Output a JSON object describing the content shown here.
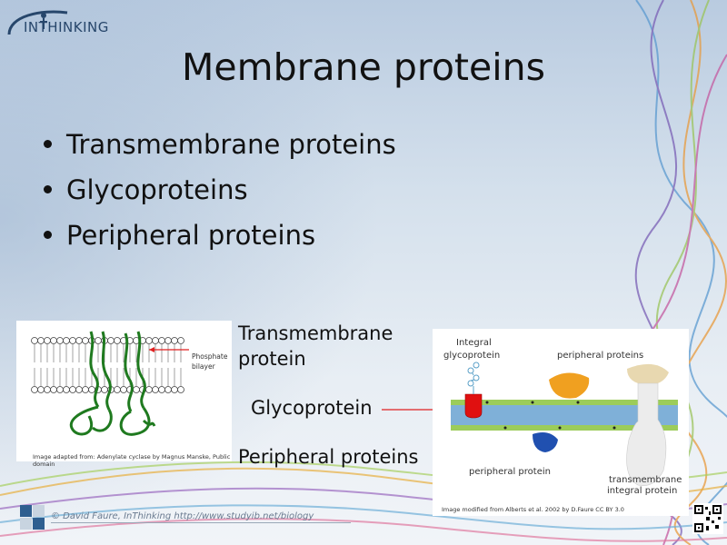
{
  "logo": {
    "text": "INTHINKING"
  },
  "slide": {
    "title": "Membrane proteins",
    "bullets": [
      "Transmembrane proteins",
      "Glycoproteins",
      "Peripheral proteins"
    ]
  },
  "left_figure": {
    "phosphate_label": "Phosphate\nbilayer",
    "caption": "Image adapted from: Adenylate cyclase by Magnus Manske, Public domain"
  },
  "labels": {
    "transmembrane_line1": "Transmembrane",
    "transmembrane_line2": "protein",
    "glycoprotein": "Glycoprotein",
    "peripheral": "Peripheral  proteins"
  },
  "right_figure": {
    "integral_glyco_line1": "Integral",
    "integral_glyco_line2": "glycoprotein",
    "peripheral_top": "peripheral proteins",
    "peripheral_bottom": "peripheral protein",
    "transmembrane_line1": "transmembrane",
    "transmembrane_line2": "integral  protein",
    "caption": "Image modified from Alberts et al. 2002 by D.Faure CC BY 3.0"
  },
  "footer": {
    "text": "© David Faure, InThinking  http://www.studyib.net/biology"
  },
  "colors": {
    "accent_blue": "#27466b",
    "arrow_red": "#e02020",
    "protein_green": "#1f7a1f",
    "glyco_red": "#e01010",
    "peripheral_orange": "#f0a020",
    "peripheral_blue": "#2050b0"
  }
}
